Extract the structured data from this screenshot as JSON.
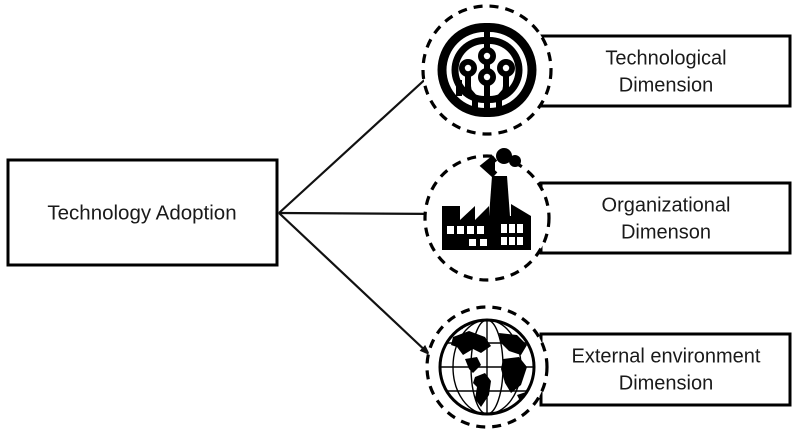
{
  "diagram": {
    "title_node": {
      "label": "Technology Adoption",
      "name": "technology-adoption-box"
    },
    "branches": [
      {
        "id": "technological",
        "icon": "circuit-technology-icon",
        "label_line_1": "Technological",
        "label_line_2": "Dimension"
      },
      {
        "id": "organizational",
        "icon": "factory-icon",
        "label_line_1": "Organizational",
        "label_line_2": "Dimenson"
      },
      {
        "id": "external-environment",
        "icon": "globe-icon",
        "label_line_1": "External environment",
        "label_line_2": "Dimension"
      }
    ],
    "colors": {
      "stroke": "#000000",
      "text": "#1a1a1a",
      "background": "#ffffff",
      "icon": "#000000"
    }
  }
}
